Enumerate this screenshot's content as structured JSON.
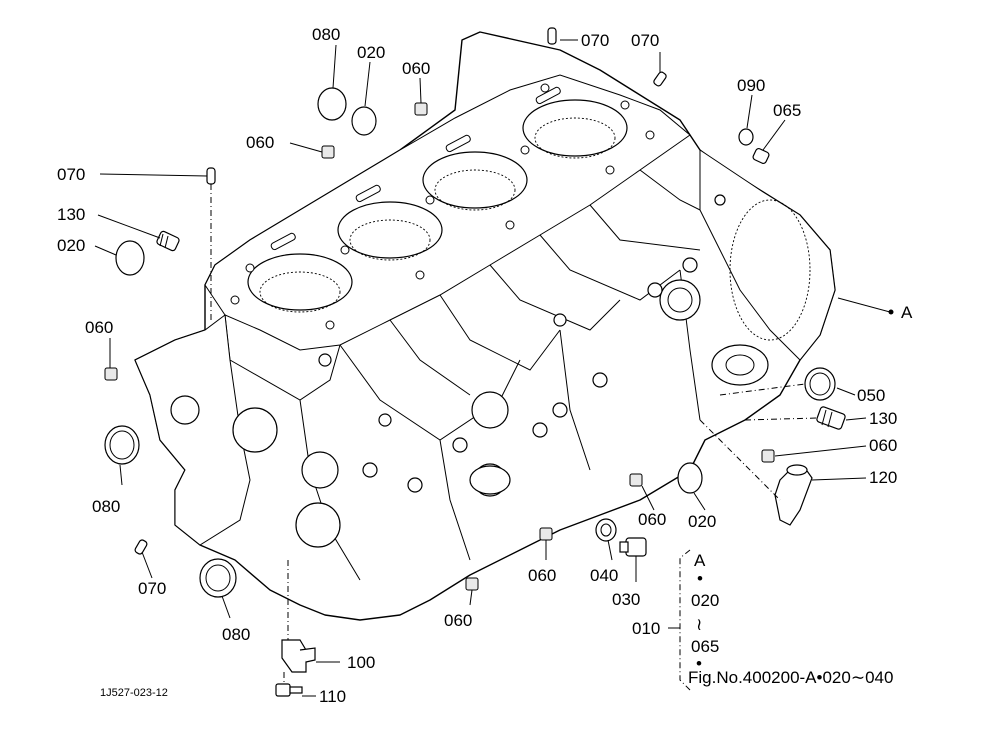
{
  "labels": {
    "p080a": "080",
    "p020a": "020",
    "p060a": "060",
    "p070a": "070",
    "p070b": "070",
    "p090": "090",
    "p065": "065",
    "p060b": "060",
    "p070c": "070",
    "p130a": "130",
    "p020b": "020",
    "pA": "A",
    "p060c": "060",
    "p050": "050",
    "p130b": "130",
    "p060d": "060",
    "p120": "120",
    "p080b": "080",
    "p060e": "060",
    "p020c": "020",
    "p060f": "060",
    "p040": "040",
    "p070d": "070",
    "p030": "030",
    "p080c": "080",
    "p060g": "060",
    "p010": "010",
    "p100": "100",
    "p110": "110"
  },
  "reference_group": {
    "line1": "A",
    "line2": "•",
    "line3": "020",
    "line4": "≀",
    "line5": "065",
    "line6": "•",
    "line7": "Fig.No.400200-A•020∼040"
  },
  "drawing_code": "1J527-023-12"
}
